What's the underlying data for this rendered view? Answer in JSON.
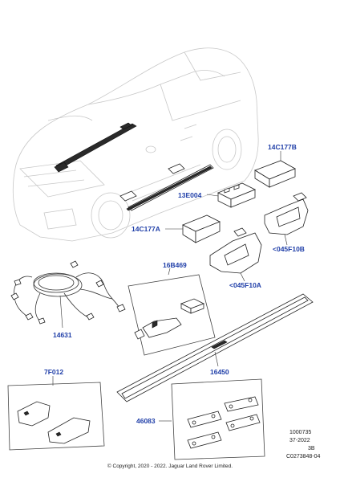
{
  "parts": [
    {
      "id": "14C177B",
      "label": "14C177B"
    },
    {
      "id": "13E004",
      "label": "13E004"
    },
    {
      "id": "14C177A",
      "label": "14C177A"
    },
    {
      "id": "045F10B",
      "label": "<045F10B"
    },
    {
      "id": "045F10A",
      "label": "<045F10A"
    },
    {
      "id": "16B469",
      "label": "16B469"
    },
    {
      "id": "14631",
      "label": "14631"
    },
    {
      "id": "16450",
      "label": "16450"
    },
    {
      "id": "7F012",
      "label": "7F012"
    },
    {
      "id": "46083",
      "label": "46083"
    }
  ],
  "reference": {
    "line1": "1000735",
    "line2": "37-2022",
    "line3": "3B",
    "line4": "C0273848-04"
  },
  "copyright": "© Copyright, 2020 - 2022. Jaguar Land Rover Limited."
}
